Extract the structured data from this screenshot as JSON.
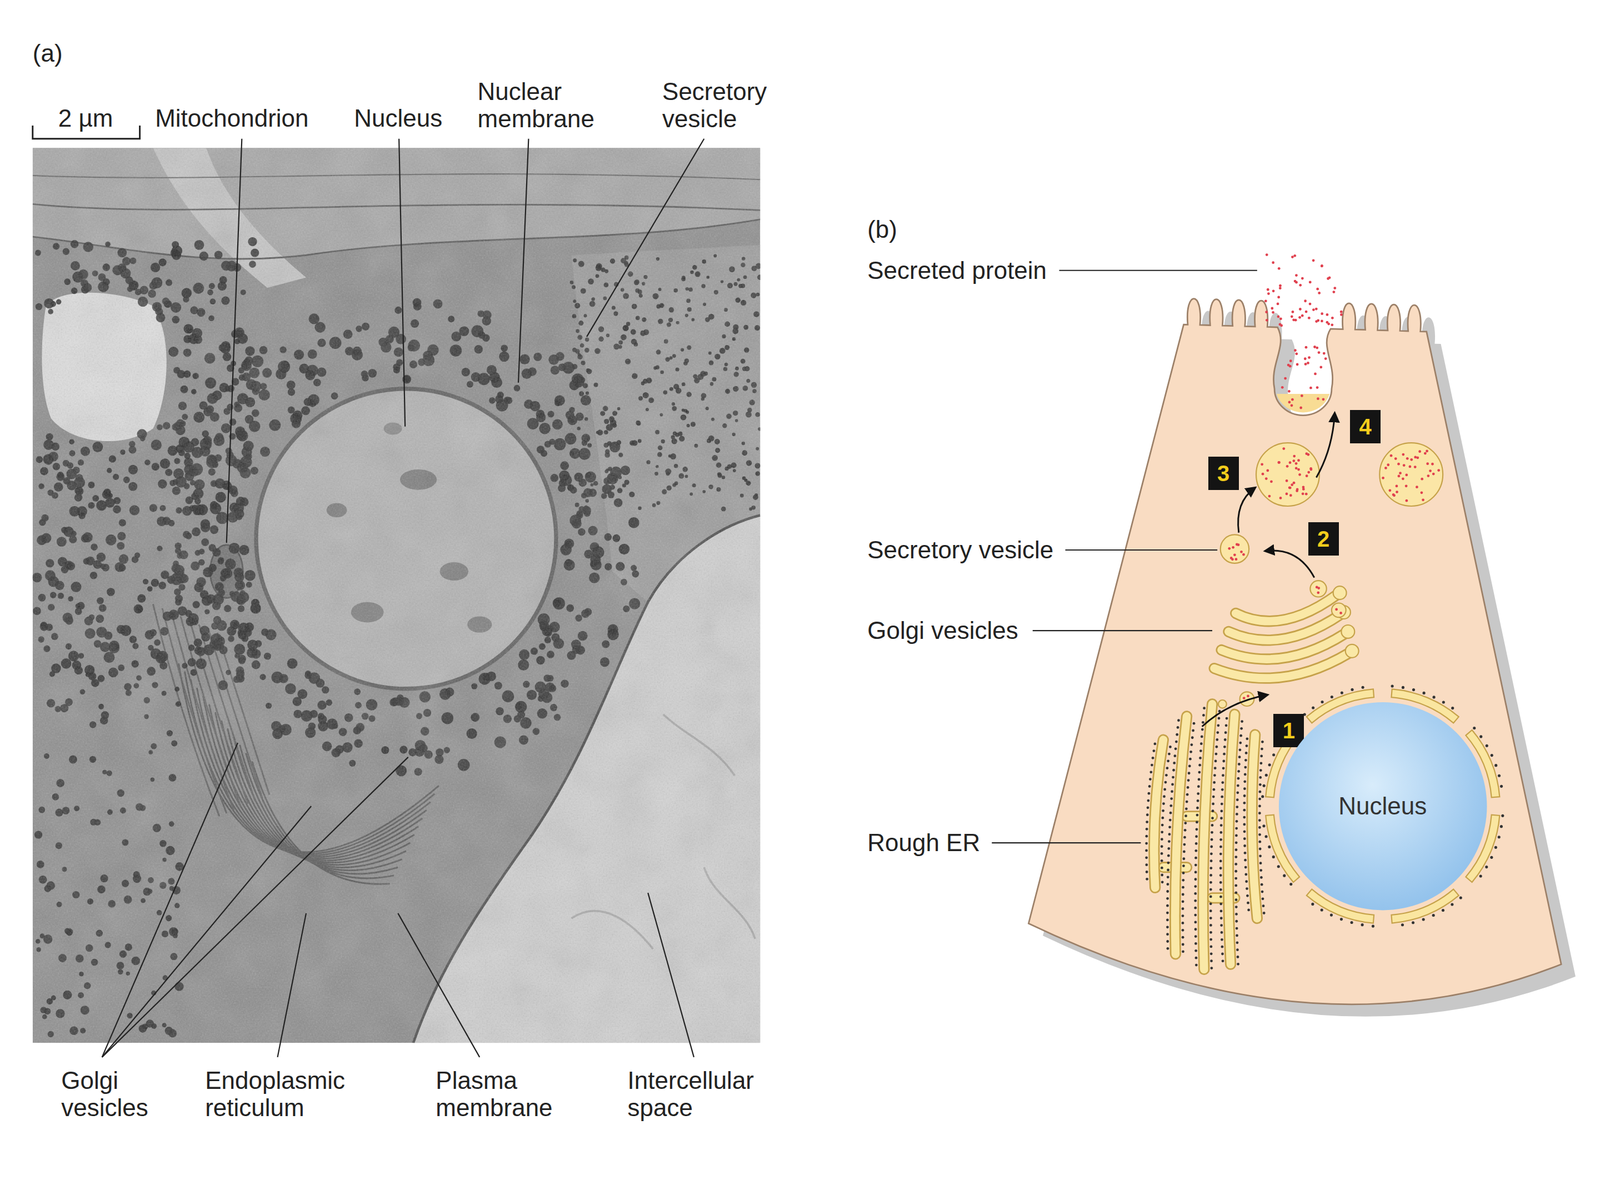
{
  "diagram": {
    "nodes": [
      {
        "text": [
          "1"
        ]
      },
      {
        "text": [
          "2"
        ]
      },
      {
        "text": [
          "3"
        ]
      },
      {
        "text": [
          "4"
        ]
      },
      {
        "text": [
          "Nucleus"
        ]
      }
    ],
    "labels": [
      "(a)",
      "2 µm",
      "Mitochondrion",
      "Nucleus",
      "Nuclear membrane",
      "Secretory vesicle",
      "Golgi vesicles",
      "Endoplasmic reticulum",
      "Plasma membrane",
      "Intercellular space",
      "(b)",
      "Secreted protein",
      "Secretory vesicle",
      "Golgi vesicles",
      "Rough ER"
    ]
  }
}
